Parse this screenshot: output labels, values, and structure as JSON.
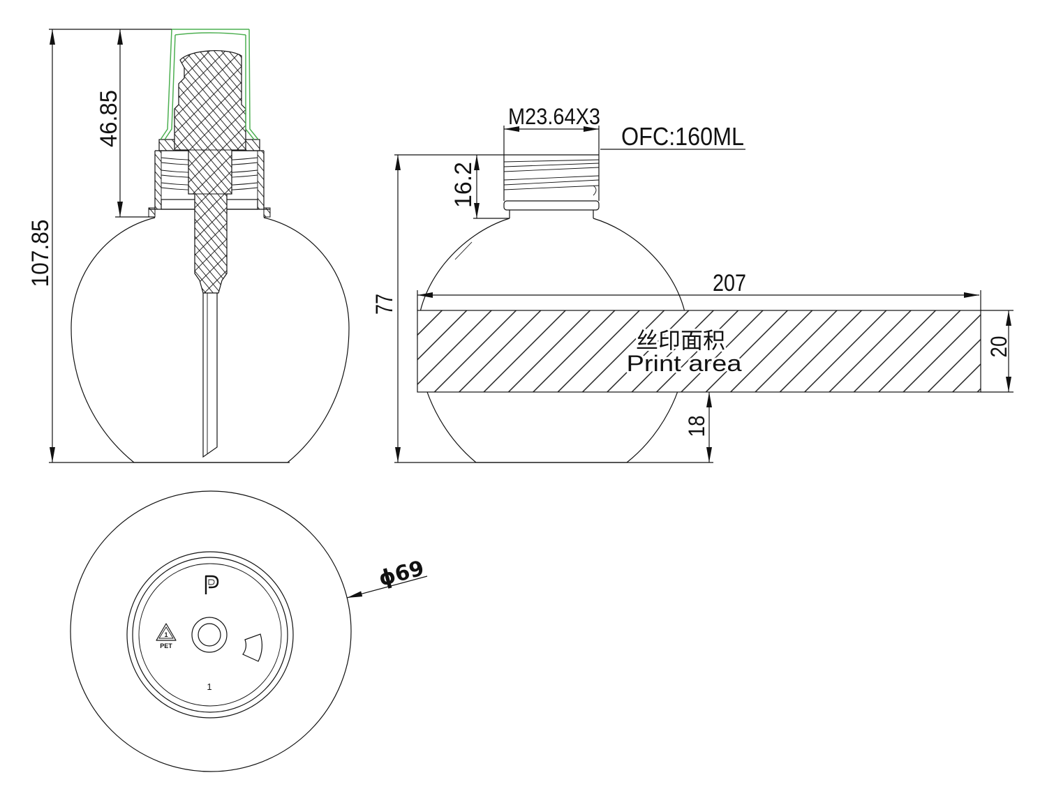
{
  "pump_view": {
    "overall_height": "107.85",
    "pump_height": "46.85"
  },
  "bottle_view": {
    "thread_spec": "M23.64X3",
    "capacity": "OFC:160ML",
    "neck_height": "16.2",
    "bottle_height": "77",
    "print_width": "207",
    "print_height": "20",
    "print_bottom_offset": "18",
    "print_area_label_cn": "丝印面积",
    "print_area_label_en": "Print area"
  },
  "base_view": {
    "diameter": "ϕ69",
    "recycle_code": "1",
    "recycle_material": "PET",
    "cavity_number": "1",
    "icons": [
      "recycle-triangle-icon",
      "mold-p-mark-icon"
    ]
  },
  "colors": {
    "line": "#111111",
    "overcap": "#4caf50",
    "background": "#ffffff"
  }
}
